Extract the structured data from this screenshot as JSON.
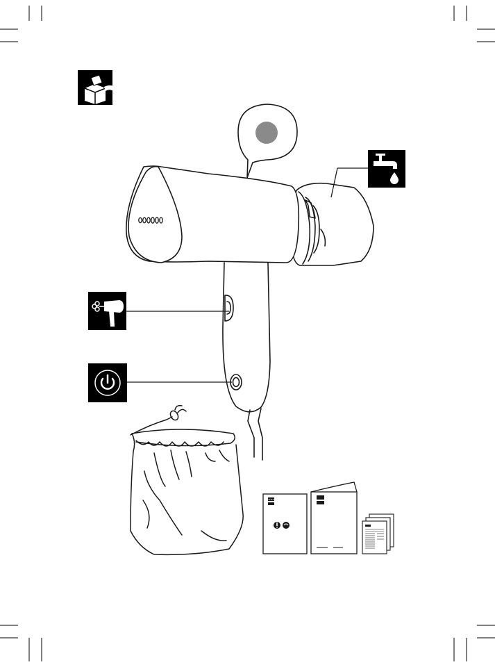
{
  "page": {
    "crop_marks": [
      "top-left",
      "top-right",
      "bottom-left",
      "bottom-right"
    ]
  },
  "icons": {
    "unbox": "unbox-icon",
    "water_tap": "water-tap-drop-icon",
    "steam_trigger": "steam-trigger-icon",
    "power": "power-icon"
  },
  "callouts": {
    "water_tank": "water-tank-callout",
    "steam_trigger": "steam-trigger-callout",
    "power_button": "power-button-callout",
    "indicator_light": "indicator-light-callout"
  },
  "product": {
    "name": "handheld-steamer",
    "indicator_color": "#8a8a8a",
    "nozzle_holes": 6
  },
  "package_contents": [
    "storage-bag",
    "safety-leaflet",
    "user-manual",
    "warranty-leaflet"
  ],
  "brand": {
    "leaflet_logo": "PHILIPS"
  },
  "colors": {
    "line": "#1a1a1a",
    "icon_bg": "#000000",
    "icon_fg": "#ffffff",
    "indicator": "#8a8a8a"
  }
}
